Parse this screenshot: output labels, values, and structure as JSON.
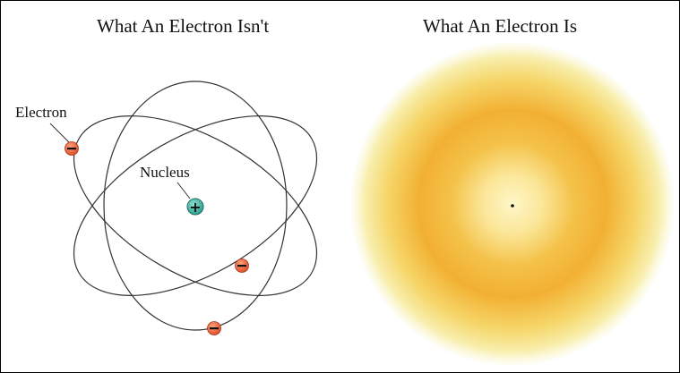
{
  "left_panel": {
    "title": "What An Electron Isn't",
    "electron_label": "Electron",
    "nucleus_label": "Nucleus",
    "nucleus_symbol": "+",
    "electron_symbol": "−"
  },
  "right_panel": {
    "title": "What An Electron Is"
  },
  "colors": {
    "orbit": "#333333",
    "electron_fill": "#e8603a",
    "nucleus_fill": "#3fb3a2",
    "cloud_center": "#fdf4c2",
    "cloud_mid": "#f2ae2e",
    "cloud_edge": "#f8f6c8"
  }
}
